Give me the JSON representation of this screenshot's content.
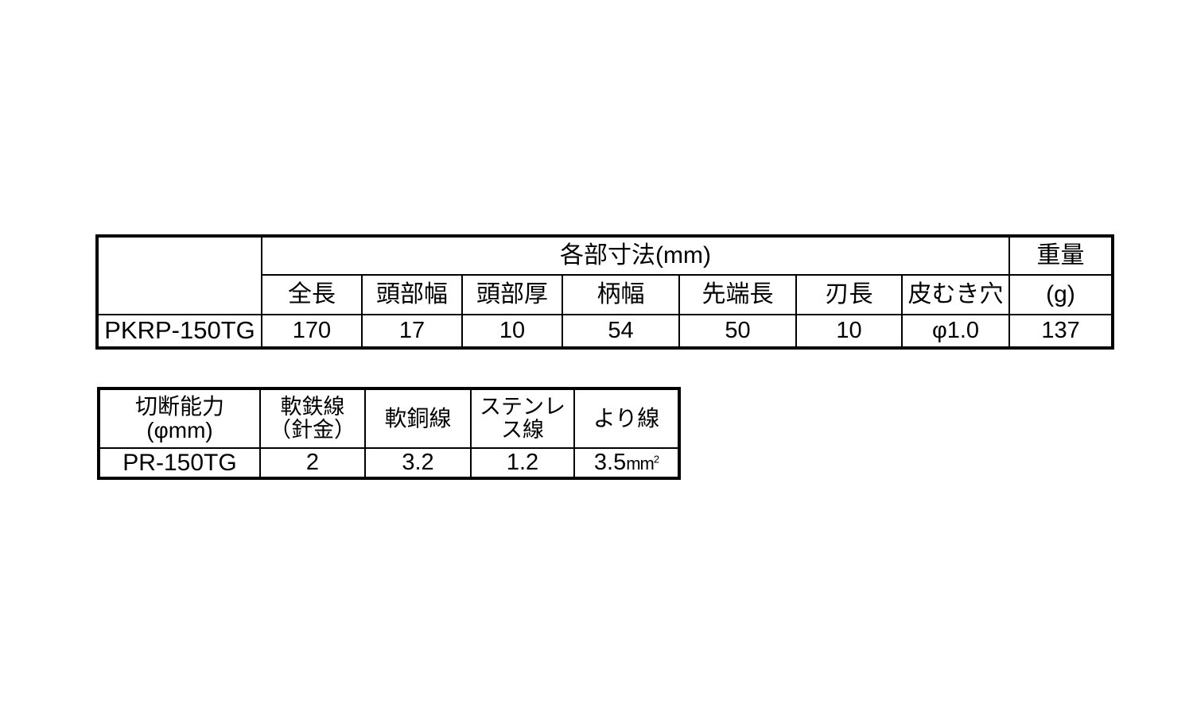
{
  "document": {
    "background_color": "#ffffff",
    "line_color": "#000000"
  },
  "dimensions_table": {
    "name": "各部寸法表",
    "group_headers": {
      "model_blank": "",
      "dimensions": "各部寸法(mm)",
      "weight": "重量"
    },
    "column_headers": [
      "",
      "全長",
      "頭部幅",
      "頭部厚",
      "柄幅",
      "先端長",
      "刃長",
      "皮むき穴",
      "(g)"
    ],
    "rows": [
      {
        "model": "PKRP-150TG",
        "zencho": "170",
        "toubu_haba": "17",
        "toubu_atsu": "10",
        "e_haba": "54",
        "sentan_cho": "50",
        "ha_cho": "10",
        "kawamuki_ana": "φ1.0",
        "weight": "137"
      }
    ]
  },
  "capacity_table": {
    "name": "切断能力表",
    "column_headers": [
      {
        "line1": "切断能力",
        "line2": "(φmm)"
      },
      {
        "line1": "軟鉄線",
        "line2": "（針金）"
      },
      {
        "line1": "軟銅線",
        "line2": ""
      },
      {
        "line1": "ステンレ",
        "line2": "ス線"
      },
      {
        "line1": "より線",
        "line2": ""
      }
    ],
    "rows": [
      {
        "model": "PR-150TG",
        "nantessen": "2",
        "nandousen": "3.2",
        "stainless": "1.2",
        "yorisen_value": "3.5",
        "yorisen_unit": "mm",
        "yorisen_exp": "2"
      }
    ]
  }
}
